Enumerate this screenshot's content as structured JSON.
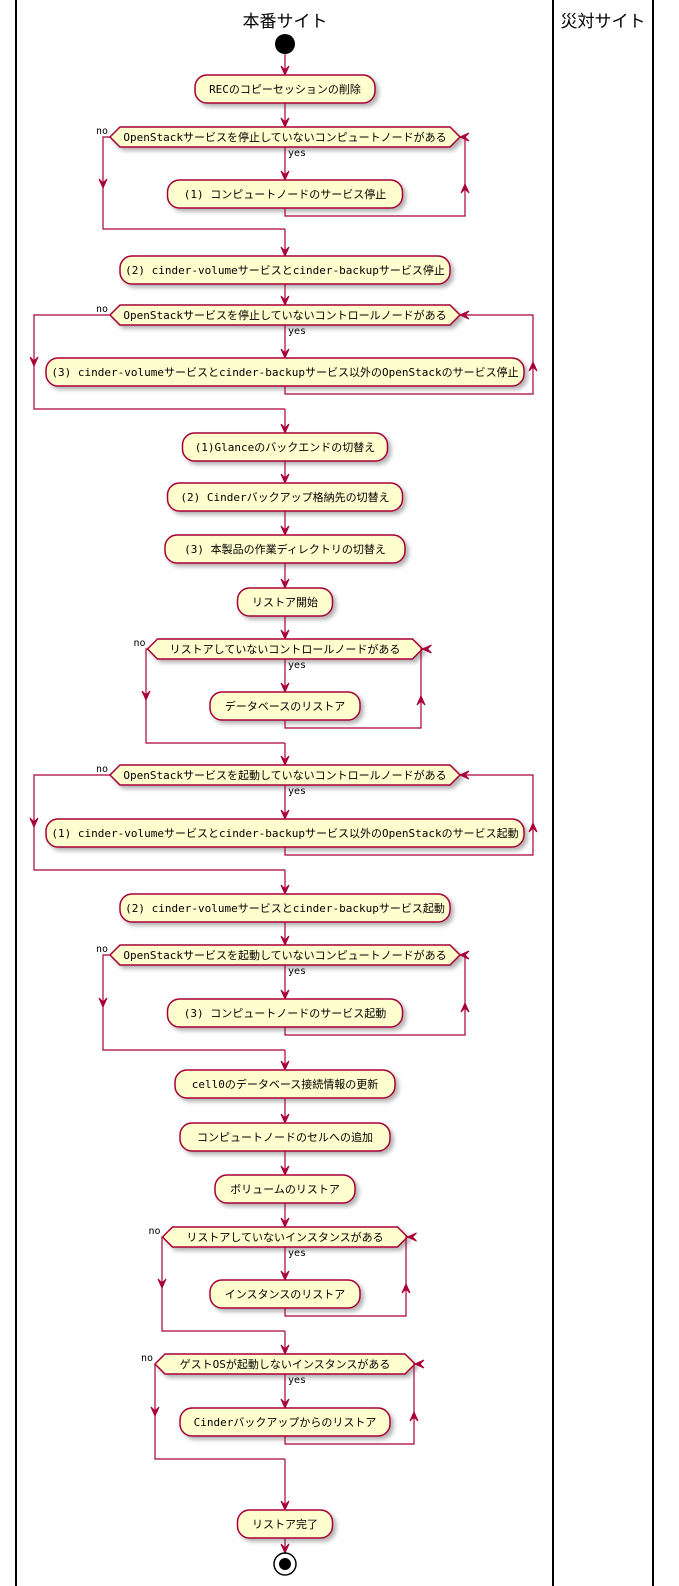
{
  "lanes": [
    {
      "title": "本番サイト"
    },
    {
      "title": "災対サイト"
    }
  ],
  "labels": {
    "yes": "yes",
    "no": "no"
  },
  "steps": [
    {
      "kind": "action",
      "text": "RECのコピーセッションの削除"
    },
    {
      "kind": "loop",
      "condition": "OpenStackサービスを停止していないコンピュートノードがある",
      "body": "(1) コンピュートノードのサービス停止"
    },
    {
      "kind": "action",
      "text": "(2) cinder-volumeサービスとcinder-backupサービス停止"
    },
    {
      "kind": "loop",
      "condition": "OpenStackサービスを停止していないコントロールノードがある",
      "body": "(3) cinder-volumeサービスとcinder-backupサービス以外のOpenStackのサービス停止"
    },
    {
      "kind": "action",
      "text": "(1)Glanceのバックエンドの切替え"
    },
    {
      "kind": "action",
      "text": "(2) Cinderバックアップ格納先の切替え"
    },
    {
      "kind": "action",
      "text": "(3) 本製品の作業ディレクトリの切替え"
    },
    {
      "kind": "action",
      "text": "リストア開始"
    },
    {
      "kind": "loop",
      "condition": "リストアしていないコントロールノードがある",
      "body": "データベースのリストア"
    },
    {
      "kind": "loop",
      "condition": "OpenStackサービスを起動していないコントロールノードがある",
      "body": "(1) cinder-volumeサービスとcinder-backupサービス以外のOpenStackのサービス起動"
    },
    {
      "kind": "action",
      "text": "(2) cinder-volumeサービスとcinder-backupサービス起動"
    },
    {
      "kind": "loop",
      "condition": "OpenStackサービスを起動していないコンピュートノードがある",
      "body": "(3) コンピュートノードのサービス起動"
    },
    {
      "kind": "action",
      "text": "cell0のデータベース接続情報の更新"
    },
    {
      "kind": "action",
      "text": "コンピュートノードのセルへの追加"
    },
    {
      "kind": "action",
      "text": "ボリュームのリストア"
    },
    {
      "kind": "loop",
      "condition": "リストアしていないインスタンスがある",
      "body": "インスタンスのリストア"
    },
    {
      "kind": "loop",
      "condition": "ゲストOSが起動しないインスタンスがある",
      "body": "Cinderバックアップからのリストア"
    },
    {
      "kind": "action",
      "text": "リストア完了"
    }
  ],
  "colors": {
    "stroke": "#A80036",
    "fill": "#FEFECE",
    "lane": "#000000"
  }
}
